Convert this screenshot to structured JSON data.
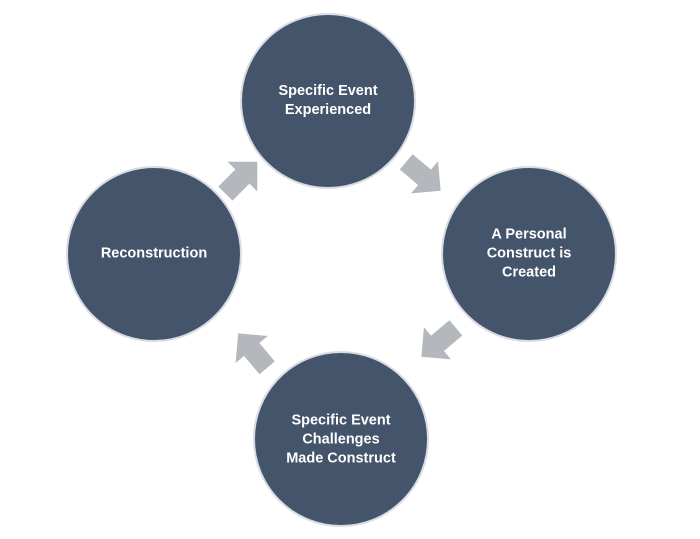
{
  "diagram": {
    "type": "cycle",
    "colors": {
      "node_fill": "#44546a",
      "node_outline": "#d9dde3",
      "arrow_fill": "#b4b7bb",
      "text": "#ffffff"
    },
    "nodes": [
      {
        "id": "experience",
        "label": "Specific Event\nExperienced"
      },
      {
        "id": "construct",
        "label": "A Personal\nConstruct is\nCreated"
      },
      {
        "id": "challenge",
        "label": "Specific Event\nChallenges\nMade Construct"
      },
      {
        "id": "reconstruction",
        "label": "Reconstruction"
      }
    ],
    "arrows": [
      {
        "from": "experience",
        "to": "construct"
      },
      {
        "from": "construct",
        "to": "challenge"
      },
      {
        "from": "challenge",
        "to": "reconstruction"
      },
      {
        "from": "reconstruction",
        "to": "experience"
      }
    ]
  }
}
